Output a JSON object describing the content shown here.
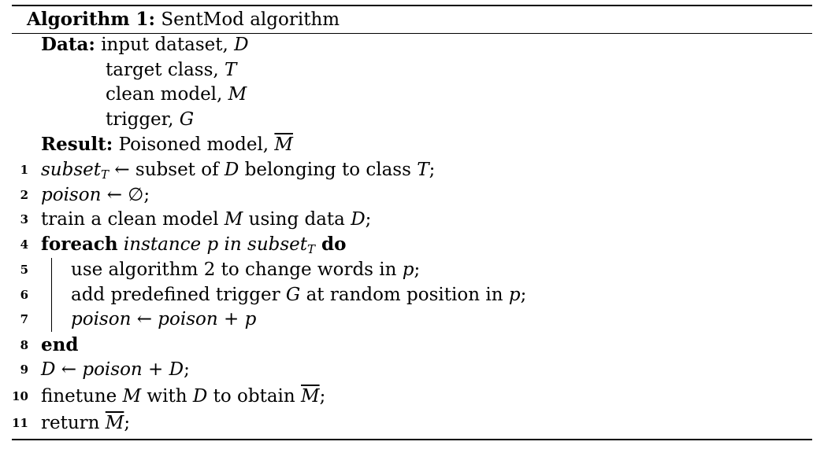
{
  "caption": {
    "label": "Algorithm 1:",
    "title": "SentMod algorithm"
  },
  "data_block": {
    "keyword": "Data:",
    "items": [
      {
        "text": "input dataset, ",
        "var": "D"
      },
      {
        "text": "target class, ",
        "var": "T"
      },
      {
        "text": "clean model, ",
        "var": "M"
      },
      {
        "text": "trigger, ",
        "var": "G"
      }
    ]
  },
  "result_block": {
    "keyword": "Result:",
    "text": "Poisoned model, ",
    "var": "M"
  },
  "lines": [
    {
      "num": "1",
      "parts": {
        "a": "subset",
        "a_sub": "T",
        "arrow": " ← ",
        "b": "subset of ",
        "c": "D",
        "d": " belonging to class ",
        "e": "T",
        "f": ";"
      }
    },
    {
      "num": "2",
      "parts": {
        "a": "poison",
        "arrow": " ← ",
        "b": "∅;"
      }
    },
    {
      "num": "3",
      "parts": {
        "a": "train a clean model ",
        "b": "M",
        "c": " using data ",
        "d": "D",
        "e": ";"
      }
    },
    {
      "num": "4",
      "parts": {
        "kw": "foreach",
        "a": " instance ",
        "b": "p",
        "c": " in ",
        "d": "subset",
        "d_sub": "T",
        "kw2": " do"
      }
    },
    {
      "num": "5",
      "parts": {
        "a": "use algorithm 2 to change words in ",
        "b": "p",
        "c": ";"
      }
    },
    {
      "num": "6",
      "parts": {
        "a": "add predefined trigger ",
        "b": "G",
        "c": " at random position in ",
        "d": "p",
        "e": ";"
      }
    },
    {
      "num": "7",
      "parts": {
        "a": "poison",
        "arrow": " ← ",
        "b": "poison",
        "plus": " + ",
        "c": "p"
      }
    },
    {
      "num": "8",
      "parts": {
        "kw": "end"
      }
    },
    {
      "num": "9",
      "parts": {
        "a": "D",
        "arrow": " ← ",
        "b": "poison",
        "plus": " + ",
        "c": "D",
        "d": ";"
      }
    },
    {
      "num": "10",
      "parts": {
        "a": "finetune ",
        "b": "M",
        "c": " with ",
        "d": "D",
        "e": " to obtain ",
        "f": "M",
        "g": ";"
      }
    },
    {
      "num": "11",
      "parts": {
        "a": "return ",
        "b": "M",
        "c": ";"
      }
    }
  ]
}
